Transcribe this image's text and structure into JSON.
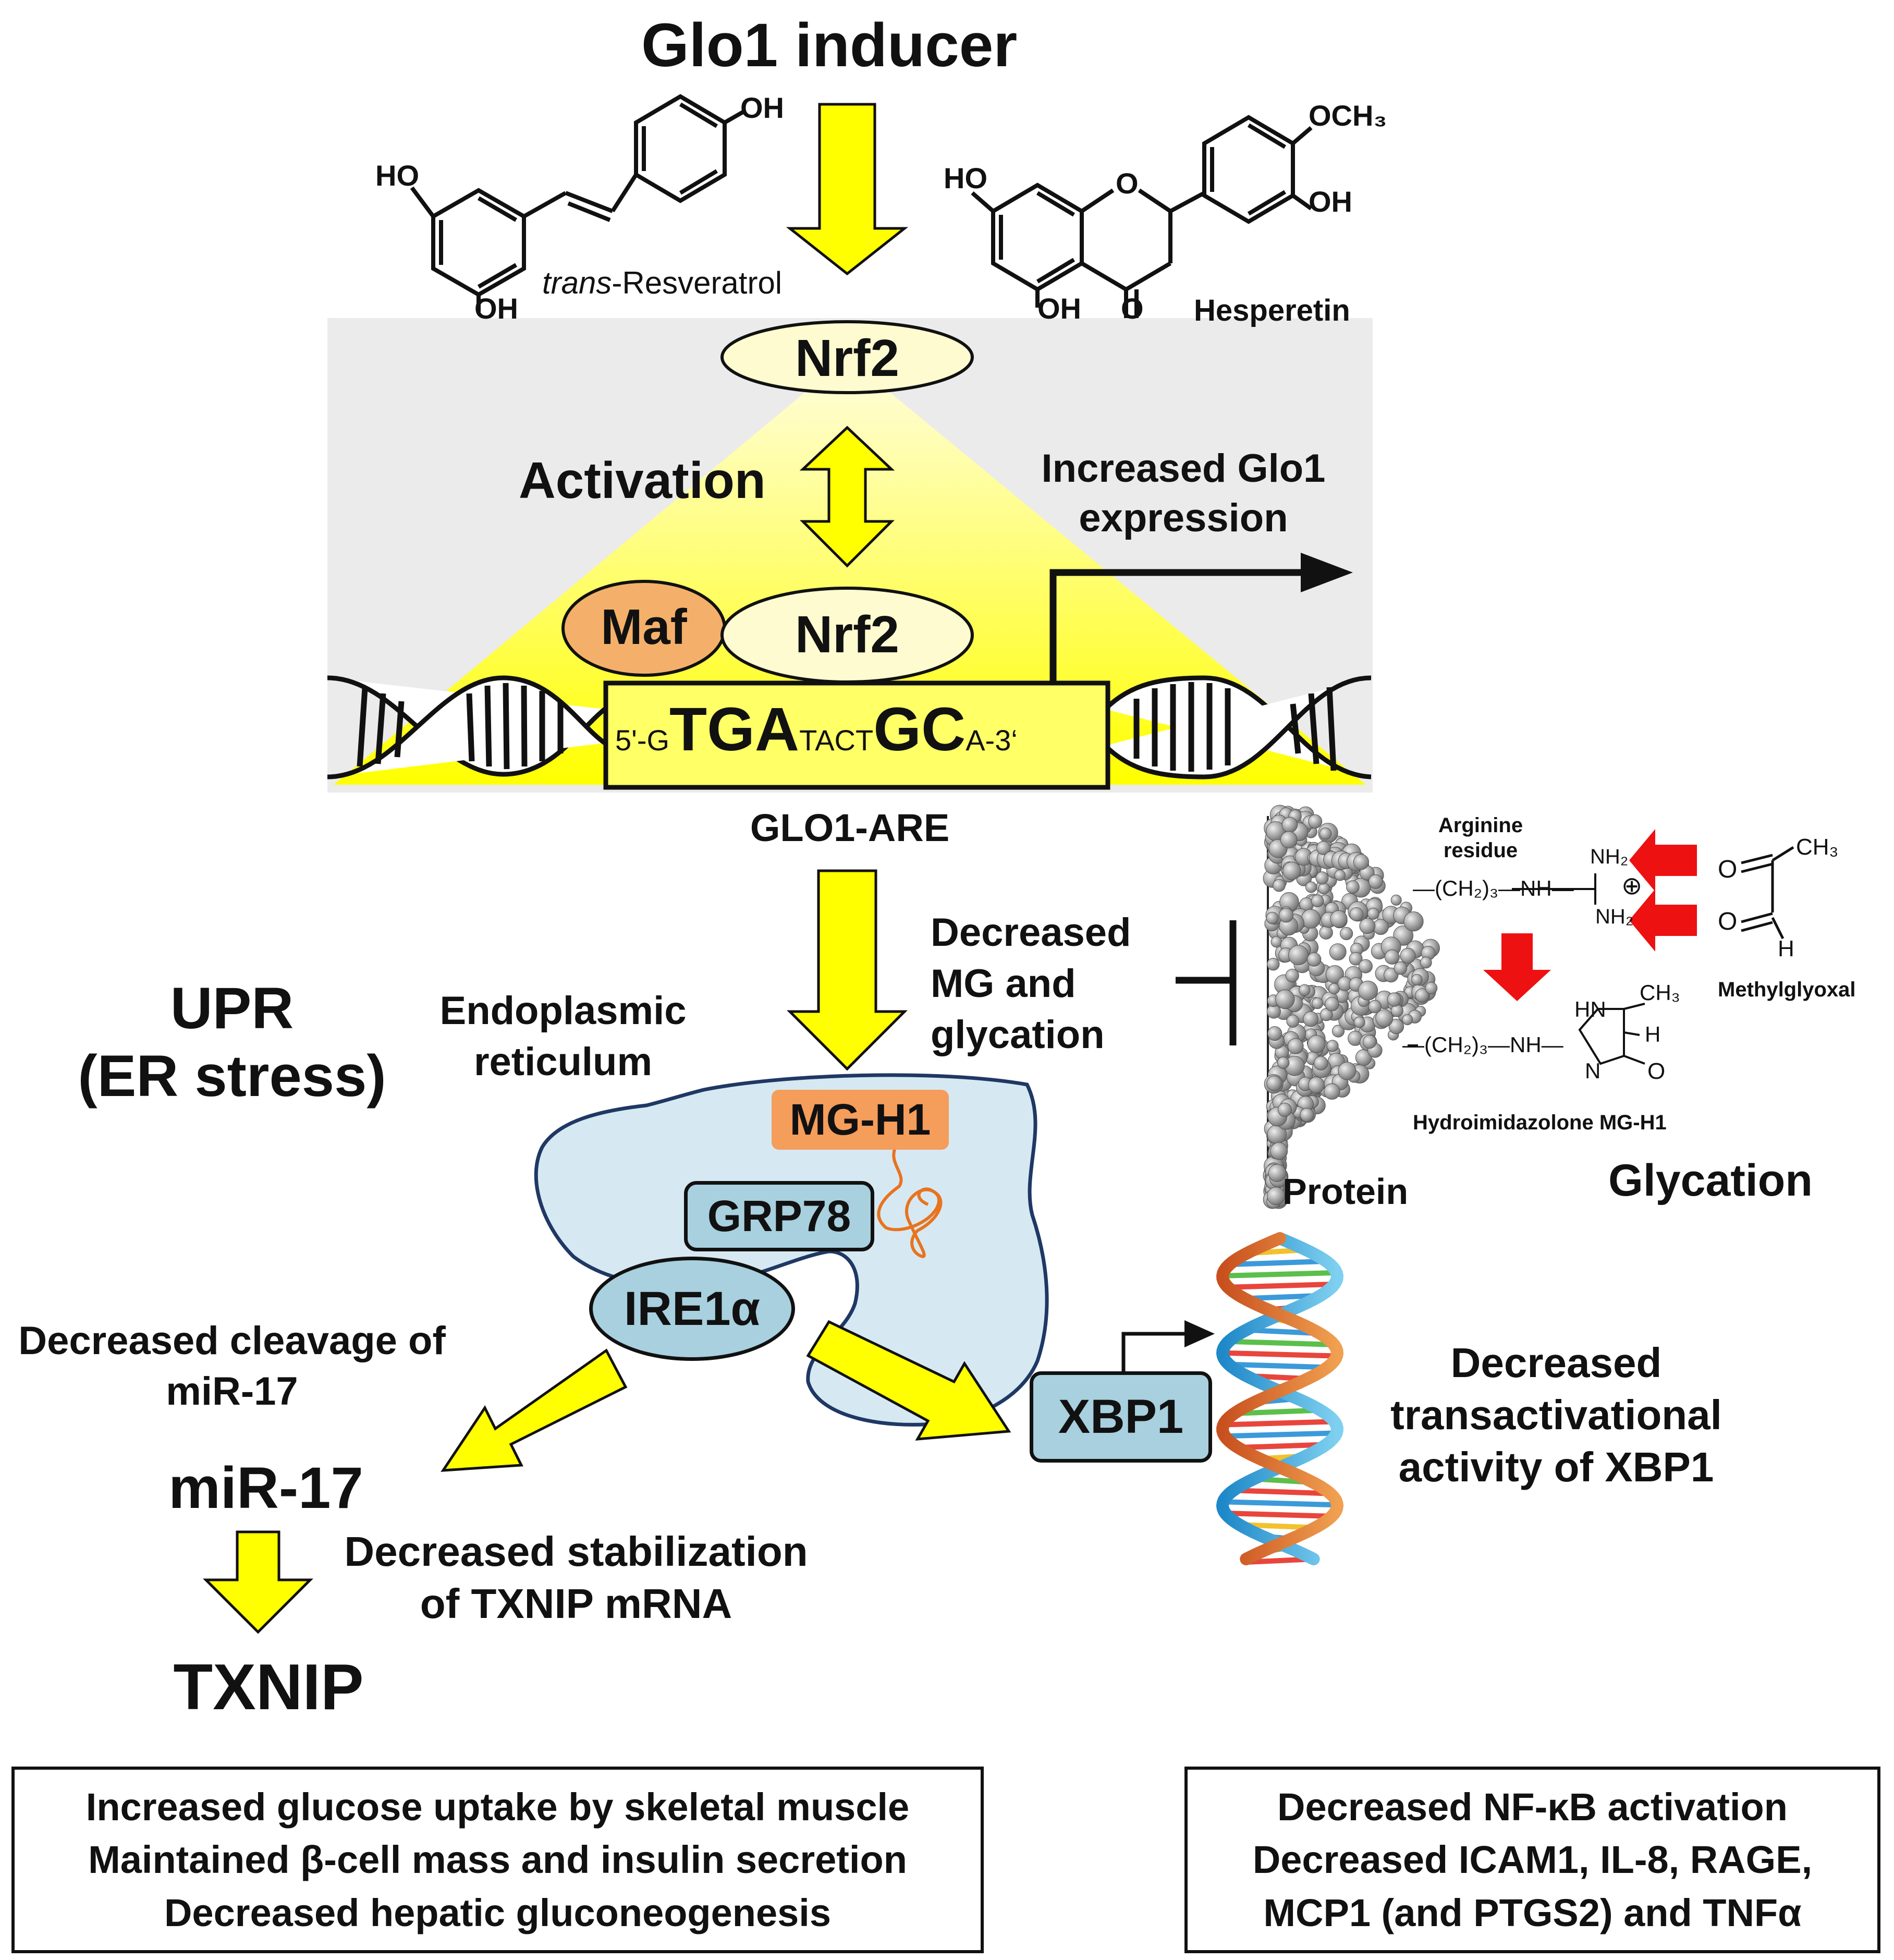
{
  "inducer": "Glo1 inducer",
  "compounds": {
    "resveratrol": {
      "italic": "trans",
      "rest": "-Resveratrol",
      "oh_top": "OH",
      "oh_left": "HO",
      "oh_bottom": "OH"
    },
    "hesperetin": {
      "name": "Hesperetin",
      "och3": "OCH₃",
      "oh_right": "OH",
      "ho_left": "HO",
      "oh_bottom": "OH",
      "o_ring": "O",
      "o_keto": "O"
    }
  },
  "nrf2_top": "Nrf2",
  "activation": "Activation",
  "increased_expression": [
    "Increased Glo1",
    "expression"
  ],
  "maf": "Maf",
  "nrf2_bound": "Nrf2",
  "are_sequence": {
    "p1": "5'-G",
    "p2": "TGA",
    "p3": "TACT",
    "p4": "GC",
    "p5": "A-3‘"
  },
  "glo1_are": "GLO1-ARE",
  "upr": [
    "UPR",
    "(ER stress)"
  ],
  "er_label": [
    "Endoplasmic",
    "reticulum"
  ],
  "decreased_mg": [
    "Decreased",
    "MG and",
    "glycation"
  ],
  "mg_h1": "MG-H1",
  "grp78": "GRP78",
  "ire1": "IRE1α",
  "xbp1": "XBP1",
  "decreased_cleavage": [
    "Decreased cleavage of",
    "miR-17"
  ],
  "mir17": "miR-17",
  "decreased_stabilization": [
    "Decreased stabilization",
    "of TXNIP mRNA"
  ],
  "txnip": "TXNIP",
  "decreased_transactivation": [
    "Decreased",
    "transactivational",
    "activity of XBP1"
  ],
  "glycation_panel": {
    "arginine": [
      "Arginine",
      "residue"
    ],
    "chain_top": "—(CH₂)₃—NH—",
    "chain_bottom": "—(CH₂)₃—NH—",
    "nh2_top": "NH₂",
    "nh2_bottom": "NH₂",
    "plus": "⊕",
    "ch3": "CH₃",
    "o1": "O",
    "o2": "O",
    "h": "H",
    "methylglyoxal": "Methylglyoxal",
    "hn": "HN",
    "ch3_ring": "CH₃",
    "h_ring": "H",
    "n_ring": "N",
    "o_ring": "O",
    "hydroimidazolone": "Hydroimidazolone MG-H1",
    "protein": "Protein",
    "glycation": "Glycation"
  },
  "box_left": [
    "Increased glucose uptake by skeletal muscle",
    "Maintained β-cell mass and  insulin secretion",
    "Decreased hepatic gluconeogenesis"
  ],
  "box_right": [
    "Decreased NF-κB activation",
    "Decreased ICAM1, IL-8, RAGE,",
    "MCP1 (and PTGS2) and TNFα"
  ],
  "colors": {
    "yellow_arrow": "#ffff00",
    "er_fill": "#d6e9f2",
    "er_stroke": "#1f3864",
    "protein_box": "#a8d0de",
    "maf": "#f4b06a",
    "mg_h1": "#f59d5b",
    "red_arrow": "#ee1111",
    "nrf2": "#fffbd0"
  }
}
